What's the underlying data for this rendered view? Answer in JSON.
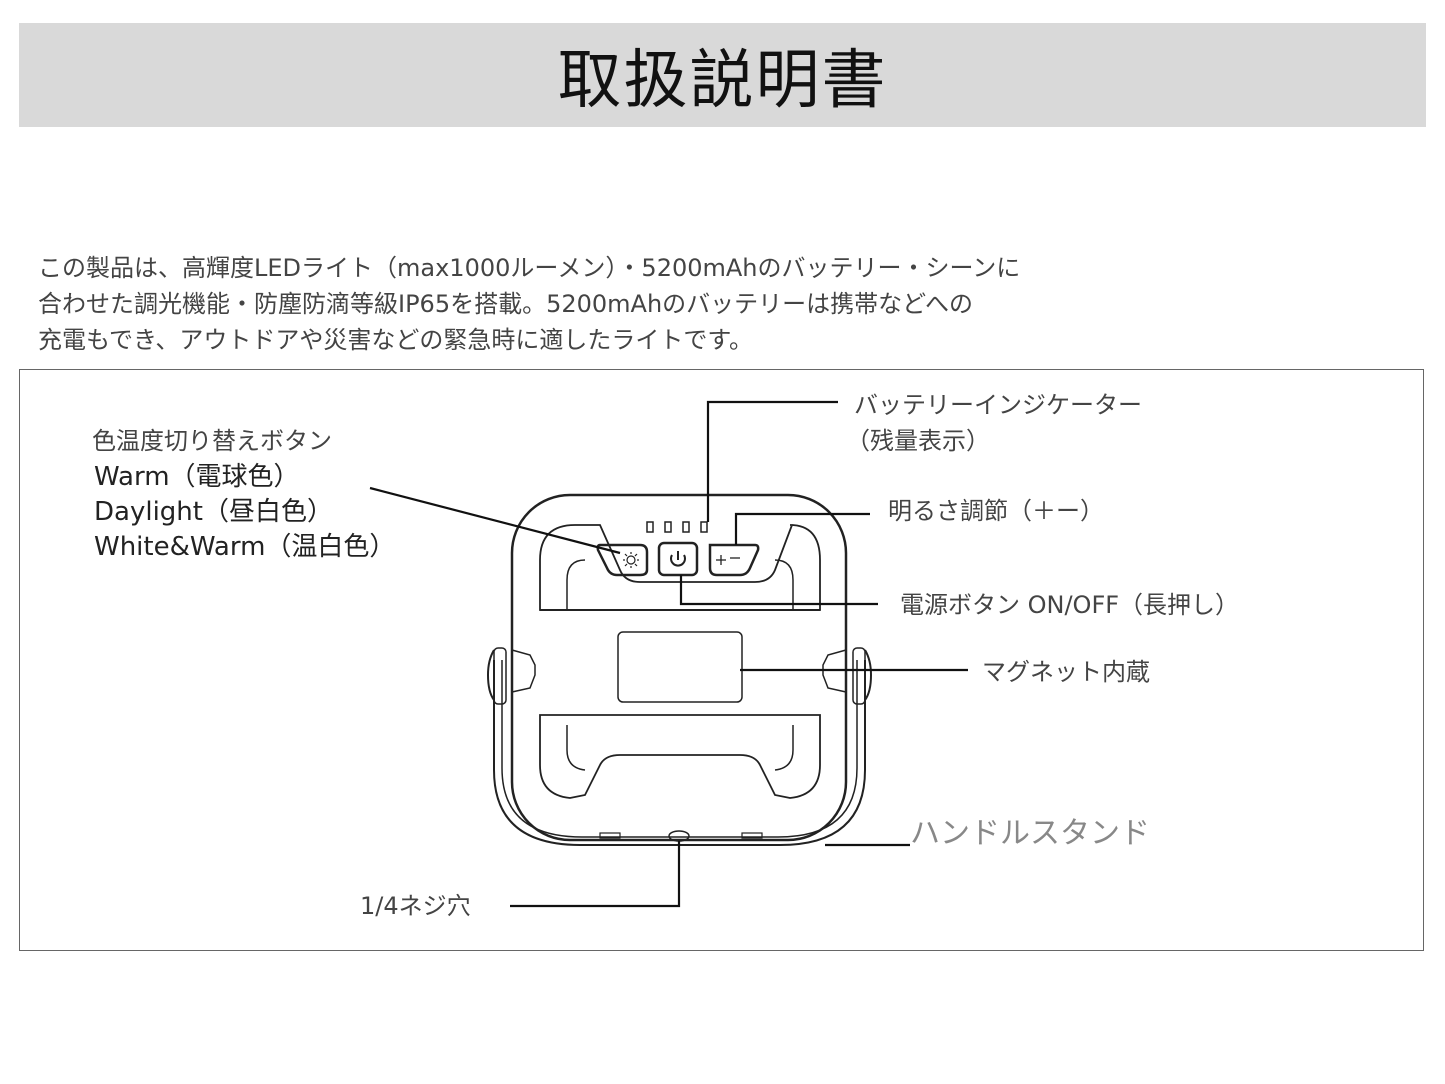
{
  "title": "取扱説明書",
  "intro": {
    "lines": [
      "この製品は、高輝度LEDライト（max1000ルーメン）・5200mAhのバッテリー・シーンに",
      "合わせた調光機能・防塵防滴等級IP65を搭載。5200mAhのバッテリーは携帯などへの",
      "充電もでき、アウトドアや災害などの緊急時に適したライトです。"
    ]
  },
  "diagram": {
    "color_temp_button": {
      "heading": "色温度切り替えボタン",
      "modes": [
        "Warm（電球色）",
        "Daylight（昼白色）",
        "White&Warm（温白色）"
      ]
    },
    "battery_indicator": {
      "line1": "バッテリーインジケーター",
      "line2": "（残量表示）"
    },
    "brightness": "明るさ調節（＋ー）",
    "power_button": "電源ボタン ON/OFF（長押し）",
    "magnet": "マグネット内蔵",
    "handle_stand": "ハンドルスタンド",
    "screw_hole": "1/4ネジ穴",
    "icons": {
      "color_temp": "sun-icon",
      "power": "power-icon",
      "brightness": "plus-minus-icon"
    }
  }
}
